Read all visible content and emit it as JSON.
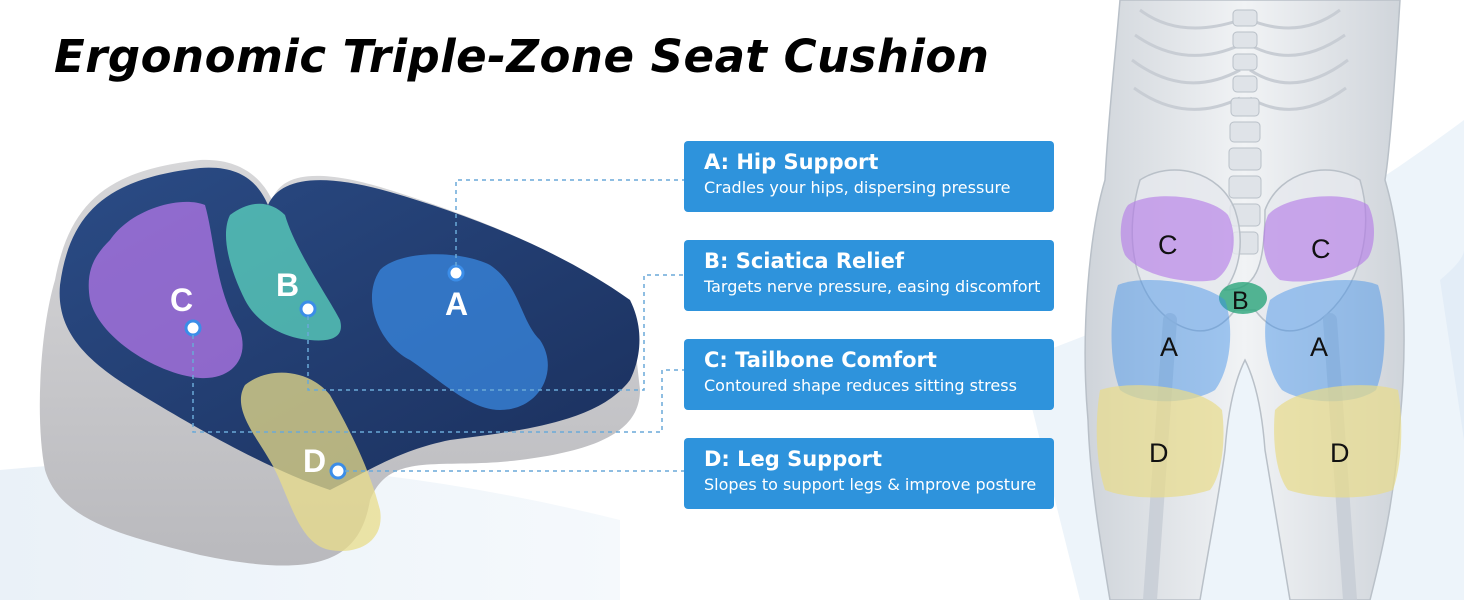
{
  "title": "Ergonomic Triple-Zone Seat Cushion",
  "cushion_labels": {
    "a": "A",
    "b": "B",
    "c": "C",
    "d": "D"
  },
  "body_labels": {
    "c_left": "C",
    "c_right": "C",
    "b": "B",
    "a_left": "A",
    "a_right": "A",
    "d_left": "D",
    "d_right": "D"
  },
  "zones": [
    {
      "heading": "A: Hip Support",
      "description": "Cradles your hips, dispersing pressure"
    },
    {
      "heading": "B: Sciatica Relief",
      "description": "Targets nerve pressure, easing discomfort"
    },
    {
      "heading": "C: Tailbone Comfort",
      "description": "Contoured shape reduces sitting stress"
    },
    {
      "heading": "D: Leg Support",
      "description": "Slopes to support legs & improve posture"
    }
  ],
  "colors": {
    "card_blue": "#2e93dc",
    "cushion_navy": "#1f3a6e",
    "zone_a": "#3b8de8",
    "zone_b": "#5fe0c4",
    "zone_c": "#b377e8",
    "zone_d": "#e8dc8a"
  }
}
